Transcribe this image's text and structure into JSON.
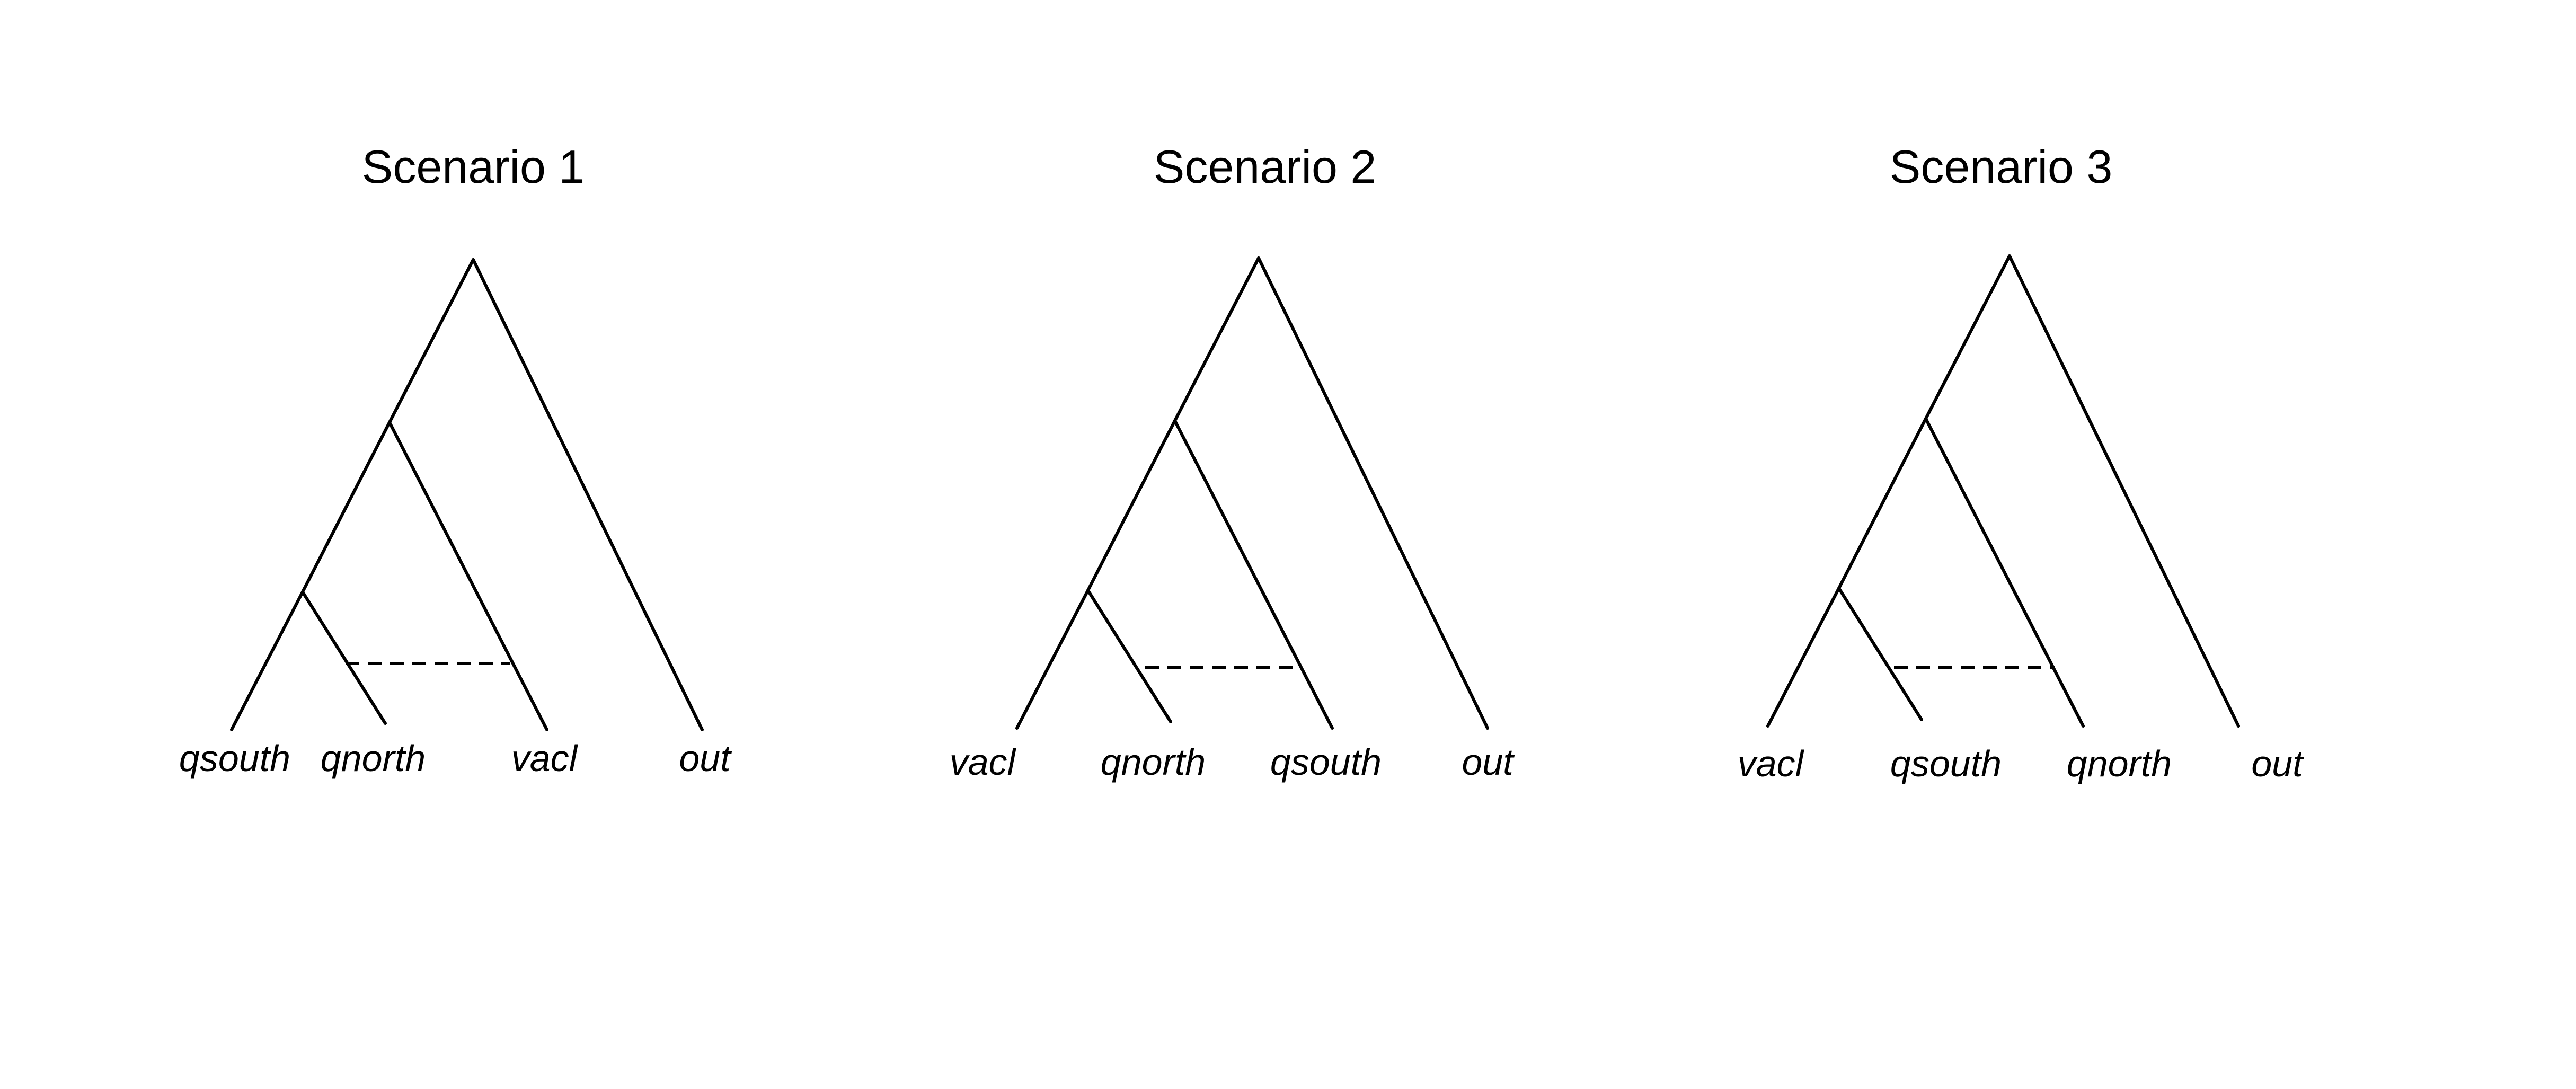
{
  "scenarios": [
    {
      "title": "Scenario 1",
      "tips": [
        "qsouth",
        "qnorth",
        "vacl",
        "out"
      ]
    },
    {
      "title": "Scenario 2",
      "tips": [
        "vacl",
        "qnorth",
        "qsouth",
        "out"
      ]
    },
    {
      "title": "Scenario 3",
      "tips": [
        "vacl",
        "qsouth",
        "qnorth",
        "out"
      ]
    }
  ],
  "colors": {
    "line": "#000000",
    "background": "#ffffff"
  }
}
